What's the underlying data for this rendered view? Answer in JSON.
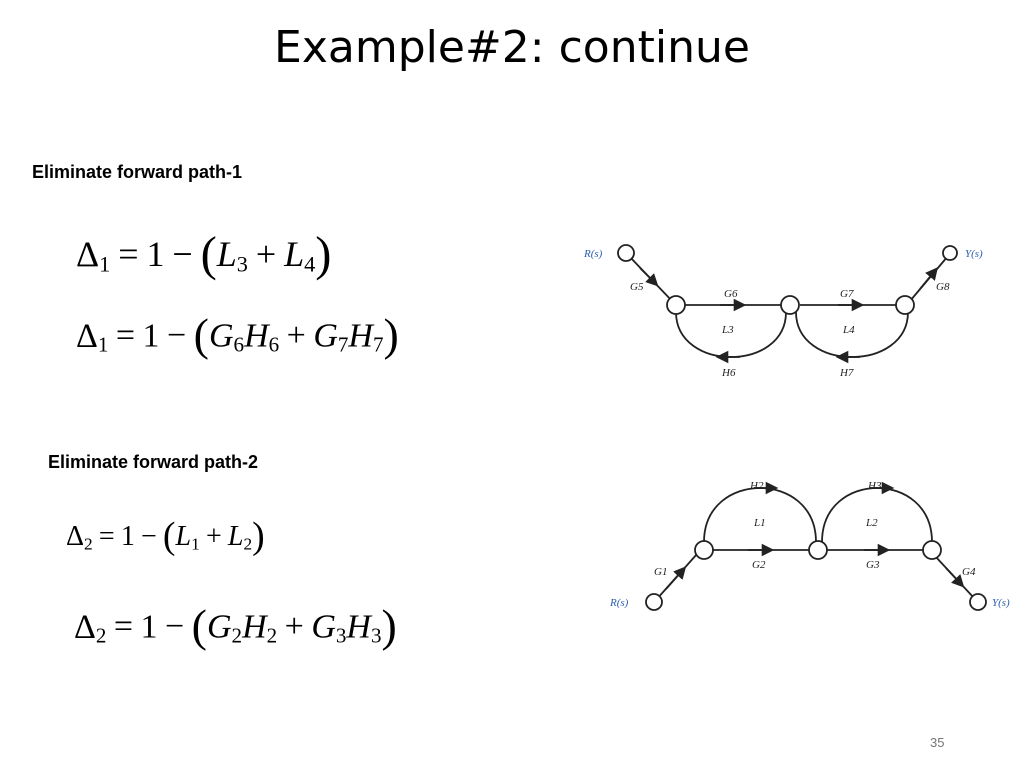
{
  "slide": {
    "title": "Example#2: continue",
    "page_number": "35"
  },
  "section1": {
    "heading": "Eliminate forward path-1",
    "eq1": {
      "lhs_sym": "Δ",
      "lhs_sub": "1",
      "equals": "=",
      "one": "1",
      "minus": "−",
      "lparen": "(",
      "rparen": ")",
      "t1": "L",
      "t1s": "3",
      "plus": "+",
      "t2": "L",
      "t2s": "4"
    },
    "eq2": {
      "lhs_sym": "Δ",
      "lhs_sub": "1",
      "equals": "=",
      "one": "1",
      "minus": "−",
      "lparen": "(",
      "rparen": ")",
      "a": "G",
      "as": "6",
      "b": "H",
      "bs": "6",
      "plus": "+",
      "c": "G",
      "cs": "7",
      "d": "H",
      "ds": "7"
    }
  },
  "section2": {
    "heading": "Eliminate forward path-2",
    "eq1": {
      "lhs_sym": "Δ",
      "lhs_sub": "2",
      "equals": "=",
      "one": "1",
      "minus": "−",
      "lparen": "(",
      "rparen": ")",
      "t1": "L",
      "t1s": "1",
      "plus": "+",
      "t2": "L",
      "t2s": "2"
    },
    "eq2": {
      "lhs_sym": "Δ",
      "lhs_sub": "2",
      "equals": "=",
      "one": "1",
      "minus": "−",
      "lparen": "(",
      "rparen": ")",
      "a": "G",
      "as": "2",
      "b": "H",
      "bs": "2",
      "plus": "+",
      "c": "G",
      "cs": "3",
      "d": "H",
      "ds": "3"
    }
  },
  "graph1": {
    "input_label": "R(s)",
    "output_label": "Y(s)",
    "g_in": "G5",
    "g_a": "G6",
    "g_b": "G7",
    "g_out": "G8",
    "loop_a": "L3",
    "loop_b": "L4",
    "h_a": "H6",
    "h_b": "H7"
  },
  "graph2": {
    "input_label": "R(s)",
    "output_label": "Y(s)",
    "g_in": "G1",
    "g_a": "G2",
    "g_b": "G3",
    "g_out": "G4",
    "loop_a": "L1",
    "loop_b": "L2",
    "h_a": "H2",
    "h_b": "H3"
  },
  "colors": {
    "io_label": "#2a5db0",
    "line": "#222222"
  }
}
